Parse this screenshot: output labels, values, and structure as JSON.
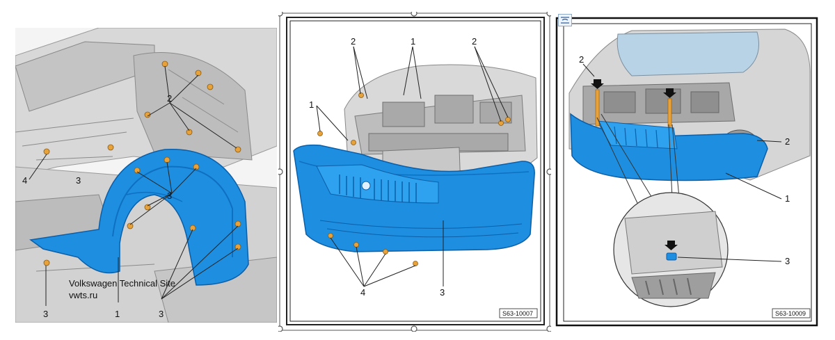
{
  "panel_left": {
    "watermark_line1": "Volkswagen Technical Site",
    "watermark_line2": "vwts.ru",
    "callouts": [
      "2",
      "4",
      "3",
      "3",
      "3",
      "1",
      "3"
    ]
  },
  "panel_middle": {
    "callouts": [
      "2",
      "1",
      "2",
      "1",
      "3",
      "4",
      "3"
    ],
    "code": "S63-10007"
  },
  "panel_right": {
    "callouts": [
      "2",
      "2",
      "1",
      "3"
    ],
    "code": "S63-10009",
    "layout_options_icon": "layout-options-icon"
  },
  "colors": {
    "part_blue": "#1e8fe0",
    "part_blue_dark": "#0f6fc0",
    "fastener": "#e8a23c",
    "body_gray": "#cfcfcf",
    "frame_dark": "#222222"
  }
}
